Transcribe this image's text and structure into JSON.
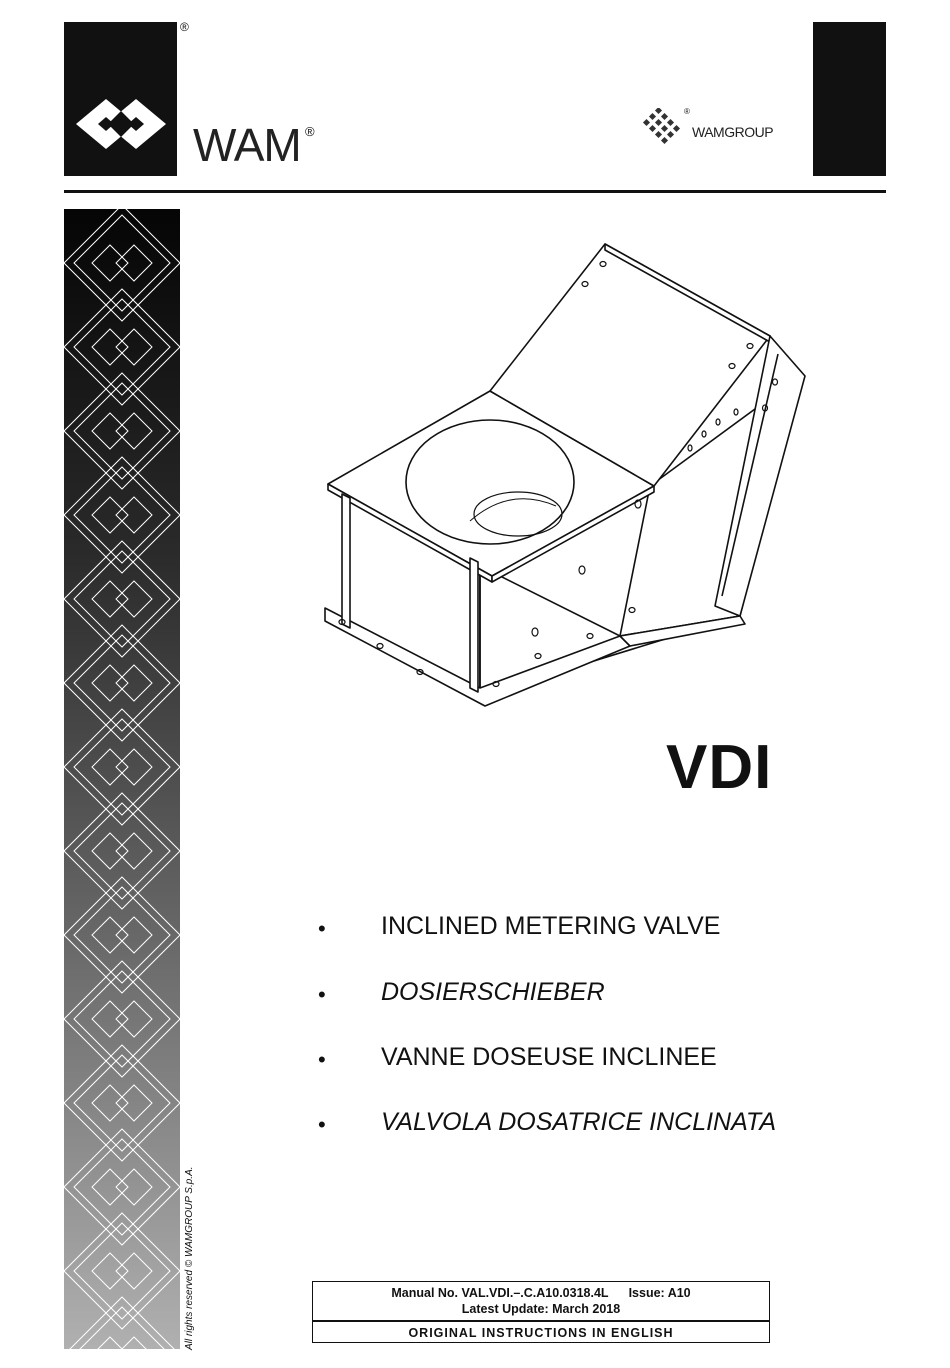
{
  "header": {
    "brand": "WAM",
    "registered": "®",
    "group_brand": "WAMGROUP"
  },
  "colors": {
    "black": "#111111",
    "white": "#ffffff",
    "strip_light": "#b0b0b0"
  },
  "icons": [
    "wam-logo-icon",
    "wamgroup-logo-icon",
    "diamond-pattern-icon",
    "inclined-valve-drawing"
  ],
  "rights": "All rights reserved © WAMGROUP S.p.A.",
  "model": "VDI",
  "titles": [
    {
      "bullet": "•",
      "text": "INCLINED METERING VALVE"
    },
    {
      "bullet": "•",
      "text": "DOSIERSCHIEBER"
    },
    {
      "bullet": "•",
      "text": "VANNE DOSEUSE INCLINEE"
    },
    {
      "bullet": "•",
      "text": "VALVOLA DOSATRICE INCLINATA"
    }
  ],
  "manual": {
    "number": "Manual No. VAL.VDI.–.C.A10.0318.4L",
    "issue": "Issue: A10",
    "update": "Latest Update: March 2018",
    "original": "ORIGINAL INSTRUCTIONS IN ENGLISH"
  }
}
